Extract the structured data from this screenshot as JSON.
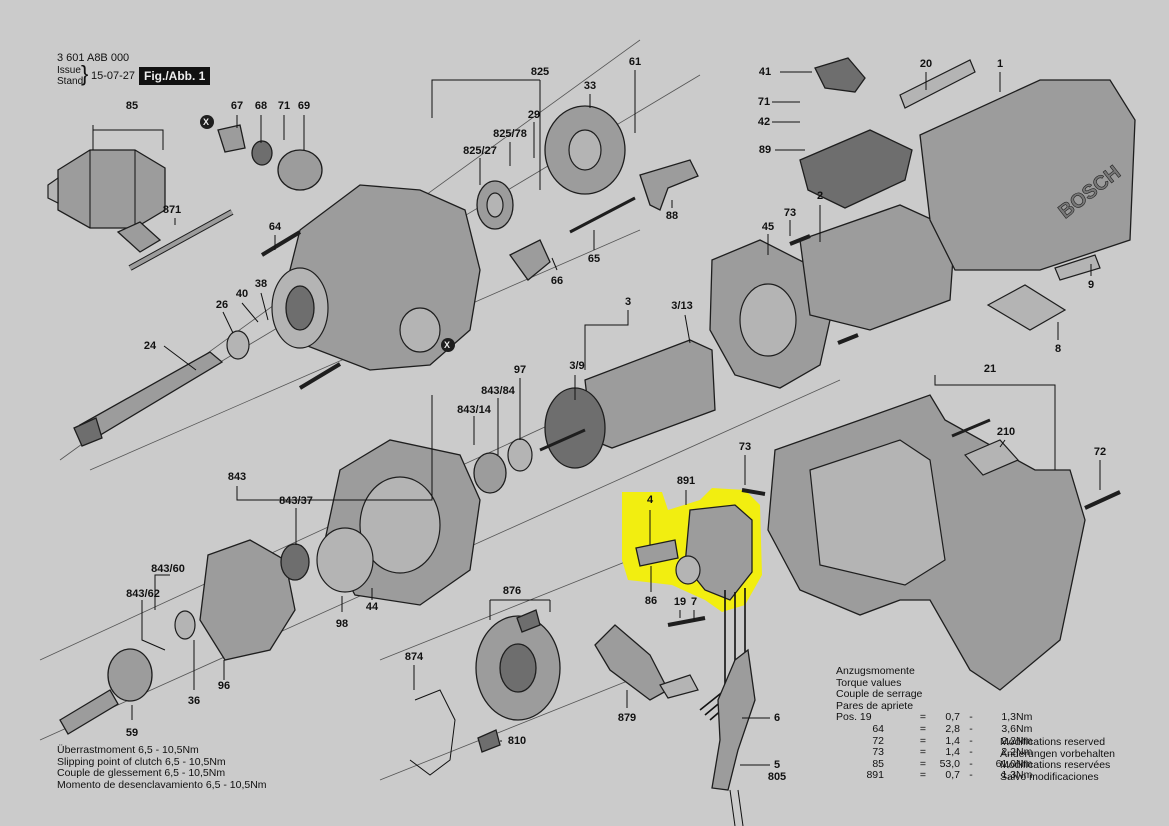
{
  "header": {
    "doc_number": "3 601 A8B 000",
    "issue_label": "Issue",
    "stand_label": "Stand",
    "date": "15-07-27",
    "figure_label": "Fig./Abb. 1"
  },
  "parts": {
    "p825": "825",
    "p33": "33",
    "p61": "61",
    "p29": "29",
    "p825_78": "825/78",
    "p825_27": "825/27",
    "p85": "85",
    "p67": "67",
    "p68": "68",
    "p71a": "71",
    "p69": "69",
    "p871": "871",
    "p64": "64",
    "p40": "40",
    "p38": "38",
    "p26": "26",
    "p24": "24",
    "p88": "88",
    "p65": "65",
    "p66": "66",
    "p41": "41",
    "p71b": "71",
    "p42": "42",
    "p89": "89",
    "p20": "20",
    "p1": "1",
    "p2": "2",
    "p73a": "73",
    "p45": "45",
    "p9": "9",
    "p8": "8",
    "p3": "3",
    "p3_13": "3/13",
    "p3_9": "3/9",
    "p97": "97",
    "p843_84": "843/84",
    "p843_14": "843/14",
    "p843": "843",
    "p843_37": "843/37",
    "p843_60": "843/60",
    "p843_62": "843/62",
    "p98": "98",
    "p44": "44",
    "p96": "96",
    "p36": "36",
    "p59": "59",
    "p4": "4",
    "p891": "891",
    "p86": "86",
    "p19": "19",
    "p7": "7",
    "p876": "876",
    "p874": "874",
    "p879": "879",
    "p810": "810",
    "p6": "6",
    "p5": "5",
    "p805": "805",
    "p21": "21",
    "p73b": "73",
    "p210": "210",
    "p72": "72"
  },
  "markers": {
    "x": "X"
  },
  "brand": "BOSCH",
  "torque": {
    "titles": [
      "Anzugsmomente",
      "Torque values",
      "Couple de serrage",
      "Pares de apriete"
    ],
    "rows": [
      {
        "pos": "Pos. 19",
        "eq": "=",
        "a": "0,7",
        "dash": "-",
        "b": "1,3",
        "unit": "Nm"
      },
      {
        "pos": "64",
        "eq": "=",
        "a": "2,8",
        "dash": "-",
        "b": "3,6",
        "unit": "Nm"
      },
      {
        "pos": "72",
        "eq": "=",
        "a": "1,4",
        "dash": "-",
        "b": "2,2",
        "unit": "Nm"
      },
      {
        "pos": "73",
        "eq": "=",
        "a": "1,4",
        "dash": "-",
        "b": "2,2",
        "unit": "Nm"
      },
      {
        "pos": "85",
        "eq": "=",
        "a": "53,0",
        "dash": "-",
        "b": "61,0",
        "unit": "Nm"
      },
      {
        "pos": "891",
        "eq": "=",
        "a": "0,7",
        "dash": "-",
        "b": "1,3",
        "unit": "Nm"
      }
    ]
  },
  "modifications": [
    "Modifications reserved",
    "Änderungen vorbehalten",
    "Modifications reservées",
    "Salvo modificaciones"
  ],
  "slip_notes": [
    "Überrastmoment 6,5 - 10,5Nm",
    "Slipping point of clutch 6,5 - 10,5Nm",
    "Couple de glessement 6,5 - 10,5Nm",
    "Momento de desenclavamiento 6,5 - 10,5Nm"
  ],
  "colors": {
    "background": "#cbcbcb",
    "highlight": "#f2ee10"
  }
}
